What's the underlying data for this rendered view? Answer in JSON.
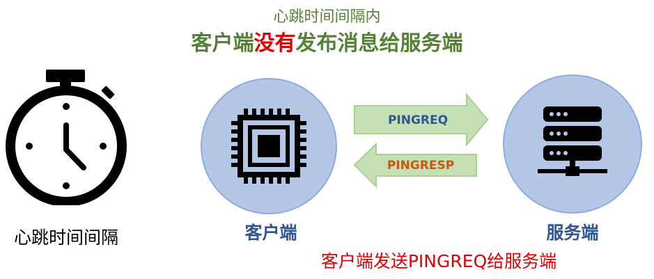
{
  "header": {
    "line1": "心跳时间间隔内",
    "line2_part1": "客户端",
    "line2_emphasis": "没有",
    "line2_part2": "发布消息给服务端"
  },
  "timer": {
    "label": "心跳时间间隔"
  },
  "client": {
    "label": "客户端"
  },
  "server": {
    "label": "服务端"
  },
  "arrows": {
    "request": "PINGREQ",
    "response": "PINGRESP"
  },
  "footer": {
    "caption": "客户端发送PINGREQ给服务端"
  },
  "colors": {
    "green_text": "#548235",
    "emphasis_red": "#e00000",
    "node_fill": "#b4c7e7",
    "node_stroke": "#8faadc",
    "arrow_fill": "#c5e0b4",
    "arrow_stroke": "#a9d18e",
    "req_text": "#2f5597",
    "resp_text": "#c55a11",
    "label_blue": "#2f5597"
  }
}
